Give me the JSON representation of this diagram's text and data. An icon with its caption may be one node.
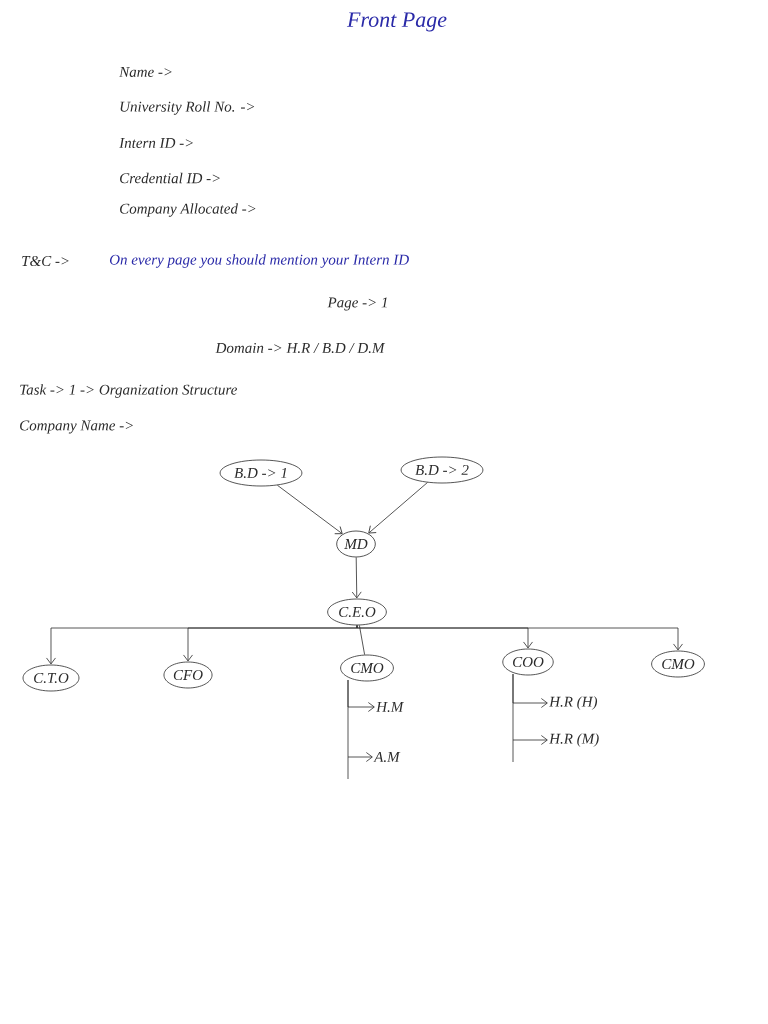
{
  "diagram": {
    "title": "Front Page",
    "nodes": [
      {
        "text": [
          "B.D -> 1"
        ]
      },
      {
        "text": [
          "B.D -> 2"
        ]
      },
      {
        "text": [
          "MD"
        ]
      },
      {
        "text": [
          "C.E.O"
        ]
      },
      {
        "text": [
          "C.T.O"
        ]
      },
      {
        "text": [
          "CFO"
        ]
      },
      {
        "text": [
          "CMO"
        ]
      },
      {
        "text": [
          "COO"
        ]
      },
      {
        "text": [
          "CMO"
        ]
      },
      {
        "text": [
          "H.M"
        ]
      },
      {
        "text": [
          "A.M"
        ]
      },
      {
        "text": [
          "H.R (H)"
        ]
      },
      {
        "text": [
          "H.R (M)"
        ]
      }
    ],
    "edges": [
      {
        "from": 0,
        "to": 2,
        "arrow": "to"
      },
      {
        "from": 1,
        "to": 2,
        "arrow": "to"
      },
      {
        "from": 2,
        "to": 3,
        "arrow": "to"
      },
      {
        "from": 3,
        "to": 4,
        "arrow": "to"
      },
      {
        "from": 3,
        "to": 5,
        "arrow": "to"
      },
      {
        "from": 3,
        "to": 6,
        "arrow": "none"
      },
      {
        "from": 3,
        "to": 7,
        "arrow": "to"
      },
      {
        "from": 3,
        "to": 8,
        "arrow": "to"
      },
      {
        "from": 6,
        "to": 9,
        "arrow": "to"
      },
      {
        "from": 6,
        "to": 10,
        "arrow": "to"
      },
      {
        "from": 7,
        "to": 11,
        "arrow": "to"
      },
      {
        "from": 7,
        "to": 12,
        "arrow": "to"
      }
    ],
    "labels": [
      "Name ->",
      "University Roll No. ->",
      "Intern ID ->",
      "Credential ID ->",
      "Company Allocated ->",
      "T&C ->",
      "On every page you should mention your Intern ID",
      "Page -> 1",
      "Domain -> H.R / B.D / D.M",
      "Task -> 1 -> Organization Structure",
      "Company Name ->"
    ]
  }
}
